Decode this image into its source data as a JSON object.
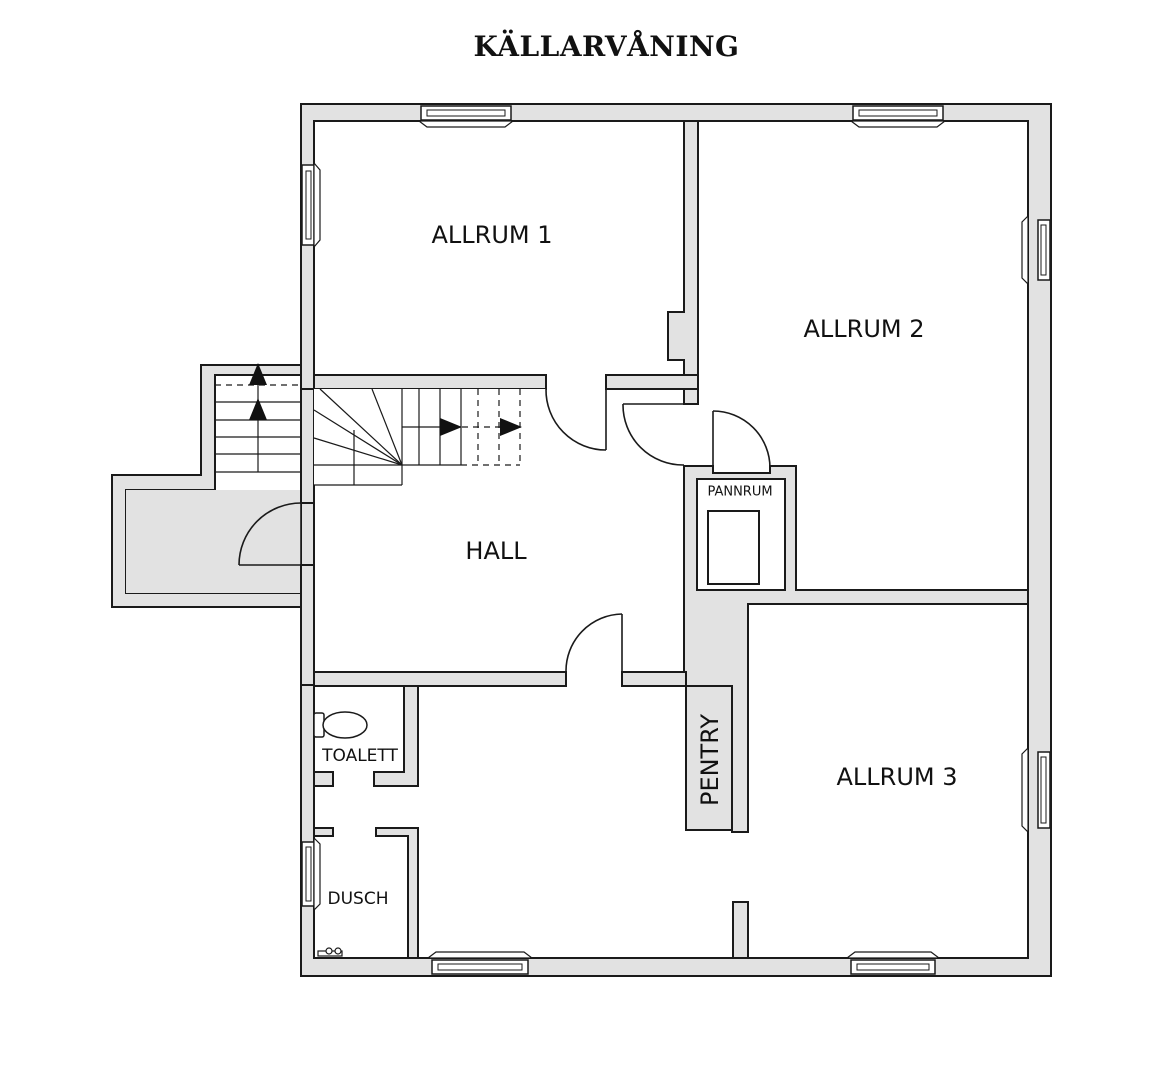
{
  "title": "KÄLLARVÅNING",
  "rooms": {
    "allrum1": "ALLRUM 1",
    "allrum2": "ALLRUM 2",
    "allrum3": "ALLRUM 3",
    "hall": "HALL",
    "pannrum": "PANNRUM",
    "pentry": "PENTRY",
    "toalett": "TOALETT",
    "dusch": "DUSCH"
  },
  "colors": {
    "wall_fill": "#e2e2e2",
    "outline": "#1a1a1a",
    "floor": "#ffffff"
  }
}
